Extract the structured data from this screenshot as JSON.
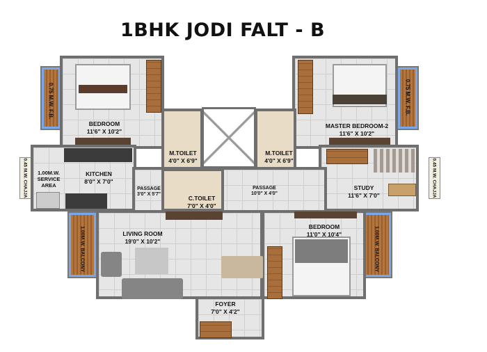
{
  "title": "1BHK JODI FALT - B",
  "rooms": {
    "bedroom_left": {
      "name": "BEDROOM",
      "size": "11'6\" X 10'2\""
    },
    "m_toilet_left": {
      "name": "M.TOILET",
      "size": "4'0\" X 6'9\""
    },
    "m_toilet_right": {
      "name": "M.TOILET",
      "size": "4'0\" X 6'9\""
    },
    "master_bedroom": {
      "name": "MASTER BEDROOM-2",
      "size": "11'6\" X 10'2\""
    },
    "kitchen": {
      "name": "KITCHEN",
      "size": "8'0\" X 7'0\""
    },
    "service_area": {
      "name": "1.00M.W. SERVICE AREA"
    },
    "passage_left": {
      "name": "PASSAGE",
      "size": "3'0\" X 5'7\""
    },
    "c_toilet": {
      "name": "C.TOILET",
      "size": "7'0\" X 4'0\""
    },
    "passage_right": {
      "name": "PASSAGE",
      "size": "10'0\" X 4'0\""
    },
    "study": {
      "name": "STUDY",
      "size": "11'6\" X 7'0\""
    },
    "living_room": {
      "name": "LIVING ROOM",
      "size": "19'0\" X 10'2\""
    },
    "bedroom_right": {
      "name": "BEDROOM",
      "size": "11'0\" X 10'4\""
    },
    "foyer": {
      "name": "FOYER",
      "size": "7'0\" X 4'2\""
    }
  },
  "annotations": {
    "fb_left": "0.75 M.W. F.B.",
    "fb_right": "0.75 M.W. F.B.",
    "chajja_left": "0.45 M.W. CHAJJA",
    "chajja_right": "0.45 M.W. CHAJJA",
    "balcony_left": "1.00M.W. BALCONY",
    "balcony_right": "1.00M.W. BALCONY"
  },
  "colors": {
    "wall": "#6f6f6f",
    "floor": "#e6e6e6",
    "wood": "#a86f3d",
    "window": "#7aa7e8"
  }
}
